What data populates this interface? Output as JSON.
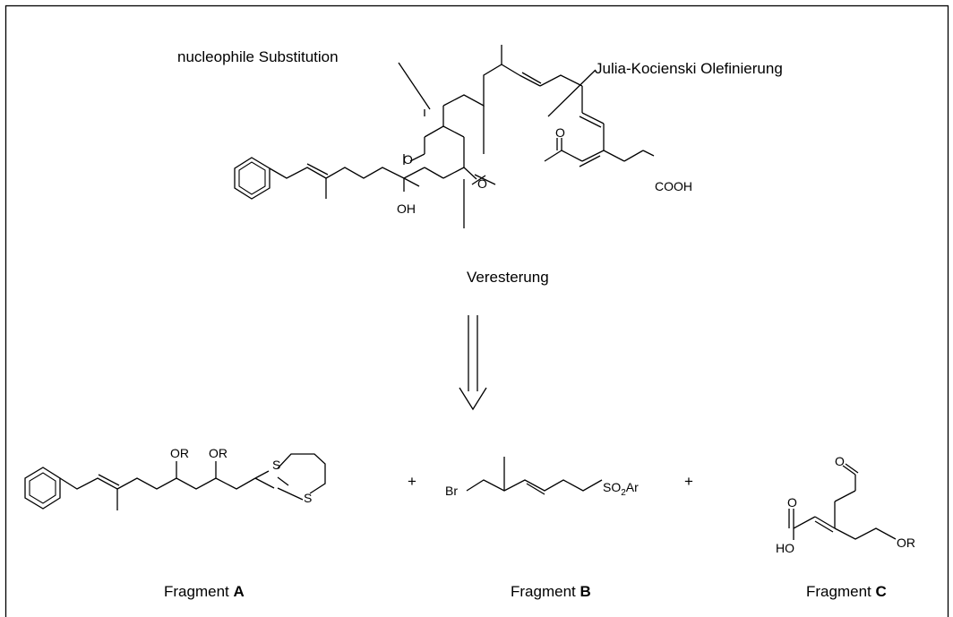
{
  "labels": {
    "nucleophile": "nucleophile Substitution",
    "julia": "Julia-Kocienski Olefinierung",
    "veresterung": "Veresterung"
  },
  "atoms": {
    "O": "O",
    "OH": "OH",
    "COOH": "COOH",
    "OR": "OR",
    "S": "S",
    "Br": "Br",
    "SO2Ar_pre": "SO",
    "SO2Ar_sub": "2",
    "SO2Ar_post": "Ar",
    "HO": "HO"
  },
  "plus": "+",
  "fragments": [
    {
      "prefix": "Fragment",
      "letter": "A"
    },
    {
      "prefix": "Fragment",
      "letter": "B"
    },
    {
      "prefix": "Fragment",
      "letter": "C"
    }
  ]
}
